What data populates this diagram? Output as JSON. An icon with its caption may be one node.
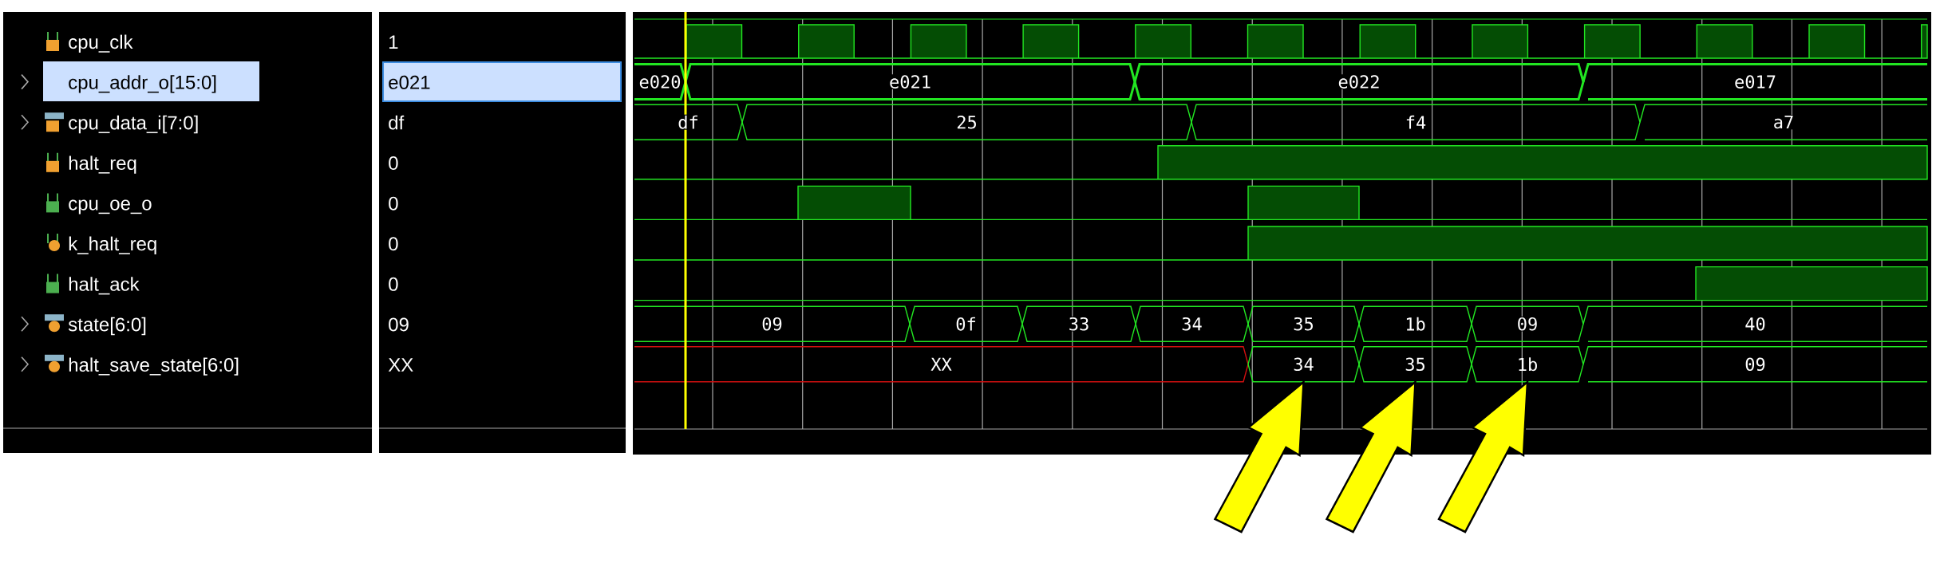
{
  "diagram": {
    "nodes": [
      {
        "text": [
          "34"
        ]
      },
      {
        "text": [
          "35"
        ]
      },
      {
        "text": [
          "1b"
        ]
      }
    ],
    "edges": [
      {
        "from": null,
        "to": 0,
        "arrow": "to"
      },
      {
        "from": null,
        "to": 1,
        "arrow": "to"
      },
      {
        "from": null,
        "to": 2,
        "arrow": "to"
      }
    ],
    "labels": [
      "cpu_clk",
      "1",
      "cpu_addr_o[15:0]",
      "e021",
      "e020",
      "e021",
      "e022",
      "e017",
      "cpu_data_i[7:0]",
      "df",
      "df",
      "25",
      "f4",
      "a7",
      "halt_req",
      "0",
      "cpu_oe_o",
      "0",
      "k_halt_req",
      "0",
      "halt_ack",
      "0",
      "state[6:0]",
      "09",
      "09",
      "0f",
      "33",
      "34",
      "35",
      "1b",
      "09",
      "40",
      "halt_save_state[6:0]",
      "XX",
      "XX",
      "09"
    ]
  }
}
